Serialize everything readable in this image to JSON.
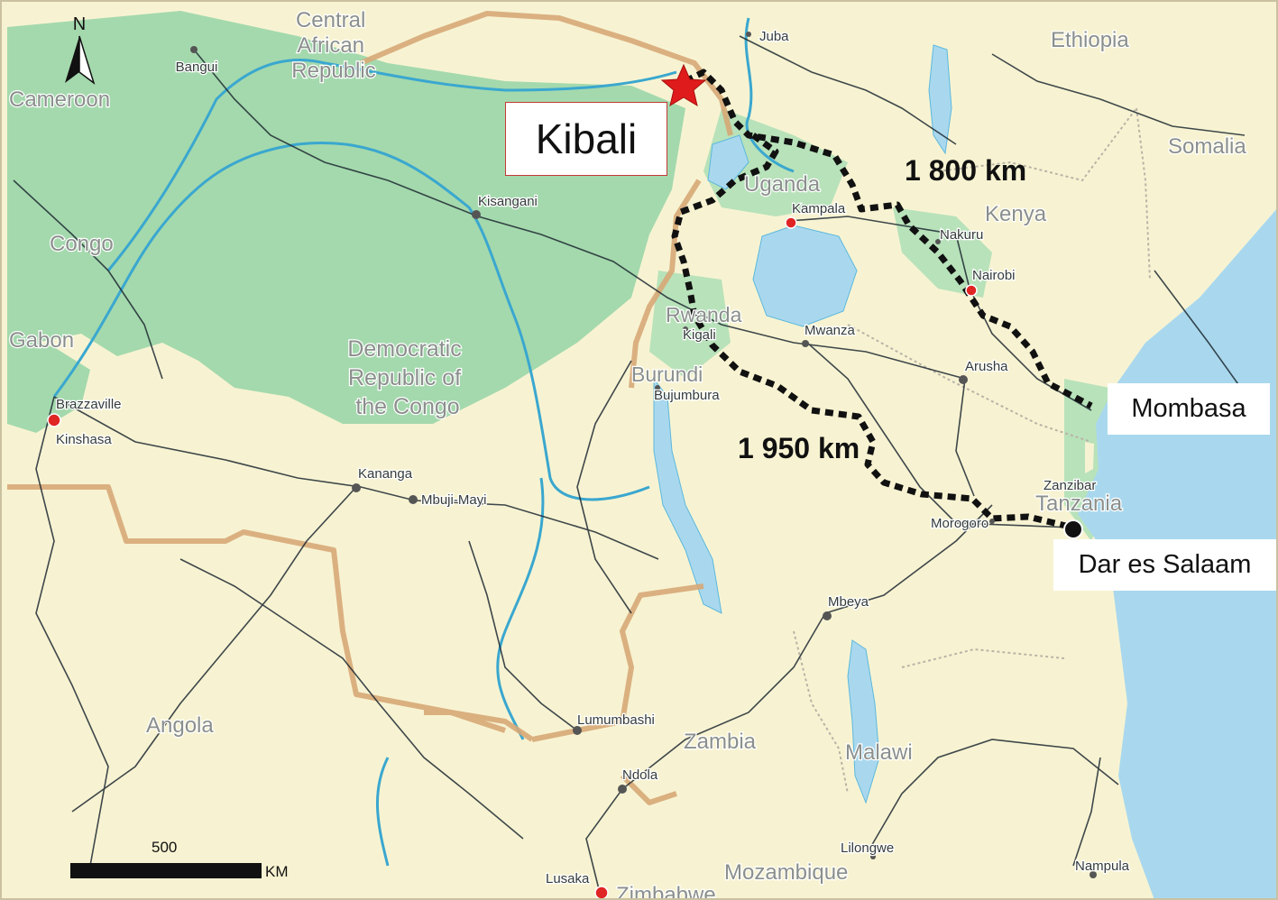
{
  "map": {
    "highlight_label": "Kibali",
    "country_labels": [
      {
        "id": "car",
        "text": "Central African Republic"
      },
      {
        "id": "cameroon",
        "text": "Cameroon"
      },
      {
        "id": "congo",
        "text": "Congo"
      },
      {
        "id": "gabon",
        "text": "Gabon"
      },
      {
        "id": "drc",
        "text": "Democratic Republic of the Congo"
      },
      {
        "id": "uganda",
        "text": "Uganda"
      },
      {
        "id": "kenya",
        "text": "Kenya"
      },
      {
        "id": "ethiopia",
        "text": "Ethiopia"
      },
      {
        "id": "somalia",
        "text": "Somalia"
      },
      {
        "id": "rwanda",
        "text": "Rwanda"
      },
      {
        "id": "burundi",
        "text": "Burundi"
      },
      {
        "id": "tanzania",
        "text": "Tanzania"
      },
      {
        "id": "angola",
        "text": "Angola"
      },
      {
        "id": "zambia",
        "text": "Zambia"
      },
      {
        "id": "malawi",
        "text": "Malawi"
      },
      {
        "id": "mozambique",
        "text": "Mozambique"
      },
      {
        "id": "zimbabwe",
        "text": "Zimbabwe"
      }
    ],
    "cities": [
      {
        "id": "bangui",
        "name": "Bangui",
        "capital": false
      },
      {
        "id": "juba",
        "name": "Juba",
        "capital": false
      },
      {
        "id": "kisangani",
        "name": "Kisangani",
        "capital": false
      },
      {
        "id": "kampala",
        "name": "Kampala",
        "capital": true
      },
      {
        "id": "nakuru",
        "name": "Nakuru",
        "capital": false
      },
      {
        "id": "nairobi",
        "name": "Nairobi",
        "capital": true
      },
      {
        "id": "kigali",
        "name": "Kigali",
        "capital": false
      },
      {
        "id": "mwanza",
        "name": "Mwanza",
        "capital": false
      },
      {
        "id": "arusha",
        "name": "Arusha",
        "capital": false
      },
      {
        "id": "bujumbura",
        "name": "Bujumbura",
        "capital": false
      },
      {
        "id": "brazzaville",
        "name": "Brazzaville",
        "capital": true
      },
      {
        "id": "kinshasa",
        "name": "Kinshasa",
        "capital": false
      },
      {
        "id": "kananga",
        "name": "Kananga",
        "capital": false
      },
      {
        "id": "mbuji-mayi",
        "name": "Mbuji-Mayi",
        "capital": false
      },
      {
        "id": "zanzibar",
        "name": "Zanzibar",
        "capital": false
      },
      {
        "id": "morogoro",
        "name": "Morogoro",
        "capital": false
      },
      {
        "id": "mbeya",
        "name": "Mbeya",
        "capital": false
      },
      {
        "id": "lumumbashi",
        "name": "Lumumbashi",
        "capital": false
      },
      {
        "id": "ndola",
        "name": "Ndola",
        "capital": false
      },
      {
        "id": "lilongwe",
        "name": "Lilongwe",
        "capital": false
      },
      {
        "id": "lusaka",
        "name": "Lusaka",
        "capital": true
      },
      {
        "id": "nampula",
        "name": "Nampula",
        "capital": false
      }
    ],
    "routes": [
      {
        "id": "route-mombasa",
        "distance_label": "1 800 km",
        "destination": "Mombasa"
      },
      {
        "id": "route-dar",
        "distance_label": "1 950 km",
        "destination": "Dar es Salaam"
      }
    ],
    "north_arrow": "N",
    "scale_bar": {
      "value": "500",
      "unit": "KM"
    },
    "colors": {
      "land": "#f7f3d2",
      "forest": "#9ed6a8",
      "water": "#a9d8ee",
      "river": "#3aa7cf",
      "road": "#1f2a33",
      "border": "#d7a977",
      "route": "#111111",
      "star": "#e01b1b",
      "capital_dot": "#e02525"
    }
  }
}
